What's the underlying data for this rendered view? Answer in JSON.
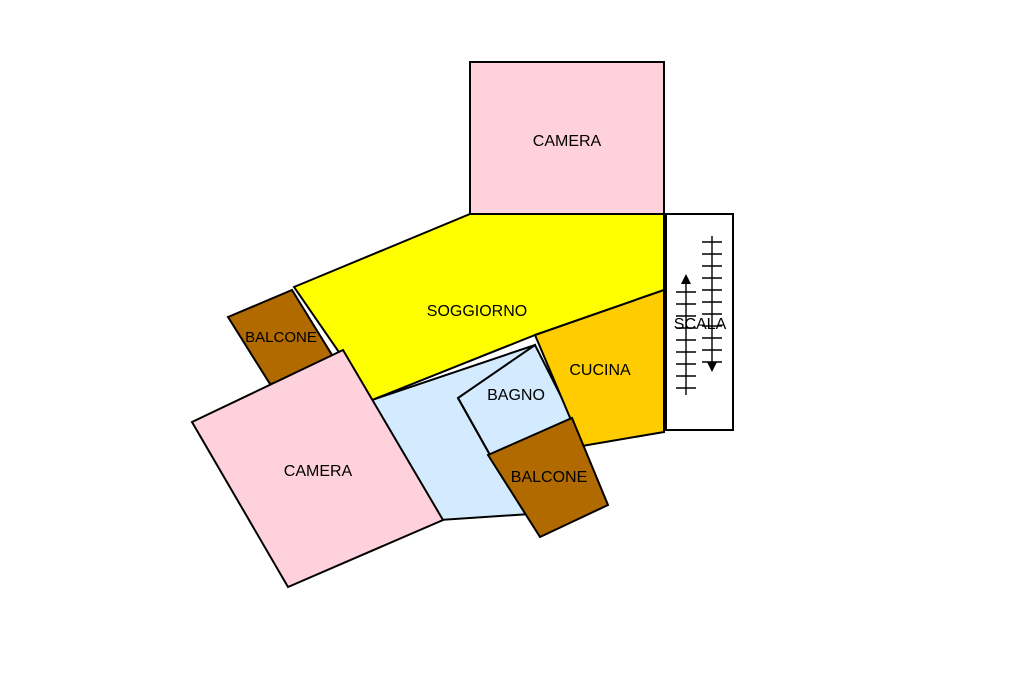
{
  "rooms": [
    {
      "id": "camera-top",
      "label": "CAMERA",
      "color": "#ffd1dc"
    },
    {
      "id": "soggiorno",
      "label": "SOGGIORNO",
      "color": "#ffff00"
    },
    {
      "id": "cucina",
      "label": "CUCINA",
      "color": "#ffcc00"
    },
    {
      "id": "scala",
      "label": "SCALA",
      "color": "#ffffff"
    },
    {
      "id": "balcone-left",
      "label": "BALCONE",
      "color": "#b06a00"
    },
    {
      "id": "camera-bottom",
      "label": "CAMERA",
      "color": "#ffd1dc"
    },
    {
      "id": "bagno",
      "label": "BAGNO",
      "color": "#d4ebff"
    },
    {
      "id": "disimpegno",
      "label": "",
      "color": "#d4ebff"
    },
    {
      "id": "balcone-bottom",
      "label": "BALCONE",
      "color": "#b06a00"
    }
  ],
  "colors": {
    "wall": "#000000",
    "background": "#ffffff"
  }
}
